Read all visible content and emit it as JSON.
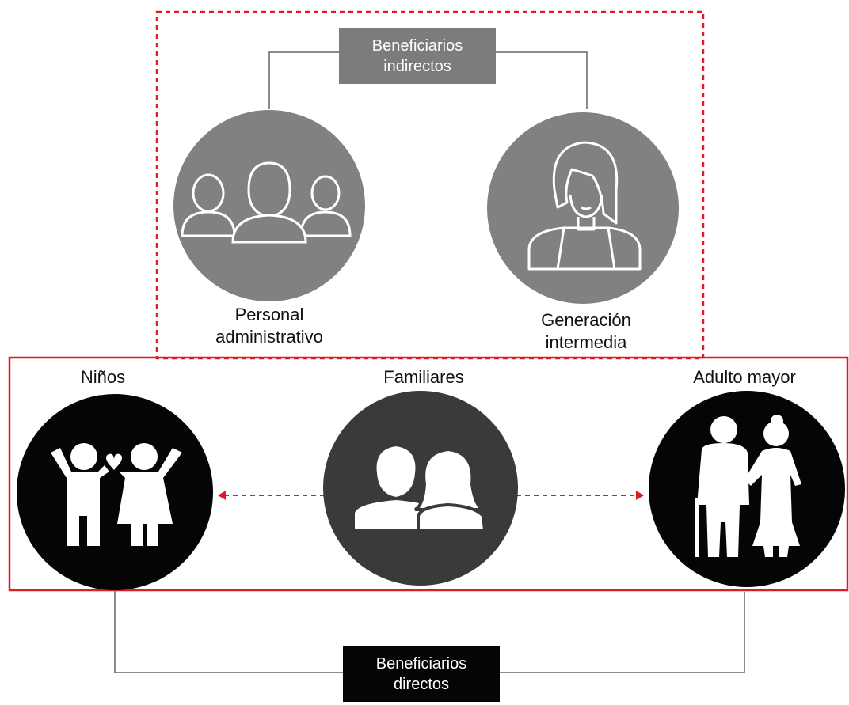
{
  "indirect": {
    "title_line1": "Beneficiarios",
    "title_line2": "indirectos",
    "personal_line1": "Personal",
    "personal_line2": "administrativo",
    "generacion_line1": "Generación",
    "generacion_line2": "intermedia"
  },
  "direct": {
    "ninos": "Niños",
    "familiares": "Familiares",
    "adulto": "Adulto mayor",
    "title_line1": "Beneficiarios",
    "title_line2": "directos"
  },
  "colors": {
    "gray_circle": "#818181",
    "gray_box": "#7c7c7c",
    "black_circle": "#050505",
    "dark_circle": "#3a3a3a",
    "accent_red": "#e01b24",
    "connector": "#666666"
  },
  "icons": {
    "personal": "group-of-three-people-icon",
    "generacion": "woman-icon",
    "ninos": "children-icon",
    "familiares": "couple-icon",
    "adulto": "elderly-couple-icon"
  }
}
